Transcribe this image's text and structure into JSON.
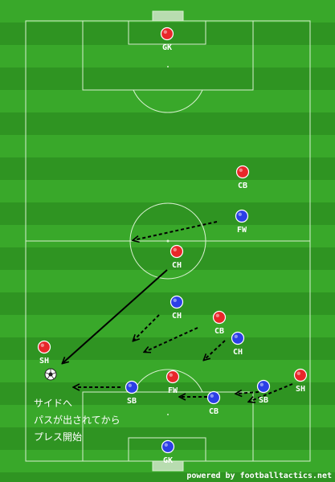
{
  "colors": {
    "red_team": "#e8262a",
    "blue_team": "#2b3fe6",
    "grass_light": "#39a82a",
    "grass_dark": "#2f9422",
    "line": "#d8f0d0"
  },
  "players": [
    {
      "id": "red-gk",
      "team": "red",
      "label": "GK"
    },
    {
      "id": "red-cb-top",
      "team": "red",
      "label": "CB"
    },
    {
      "id": "red-ch-center",
      "team": "red",
      "label": "CH"
    },
    {
      "id": "red-cb-mid",
      "team": "red",
      "label": "CB"
    },
    {
      "id": "red-sh-left",
      "team": "red",
      "label": "SH"
    },
    {
      "id": "red-fw",
      "team": "red",
      "label": "FW"
    },
    {
      "id": "red-sh-right",
      "team": "red",
      "label": "SH"
    },
    {
      "id": "blue-fw",
      "team": "blue",
      "label": "FW"
    },
    {
      "id": "blue-ch-left",
      "team": "blue",
      "label": "CH"
    },
    {
      "id": "blue-ch-right",
      "team": "blue",
      "label": "CH"
    },
    {
      "id": "blue-sb-left",
      "team": "blue",
      "label": "SB"
    },
    {
      "id": "blue-sb-right",
      "team": "blue",
      "label": "SB"
    },
    {
      "id": "blue-cb",
      "team": "blue",
      "label": "CB"
    },
    {
      "id": "blue-gk",
      "team": "blue",
      "label": "GK"
    }
  ],
  "ball": {
    "icon": "soccer-ball-icon"
  },
  "note": {
    "line1": "サイドへ",
    "line2": "パスが出されてから",
    "line3": "プレス開始"
  },
  "credit": "powered by footballtactics.net"
}
